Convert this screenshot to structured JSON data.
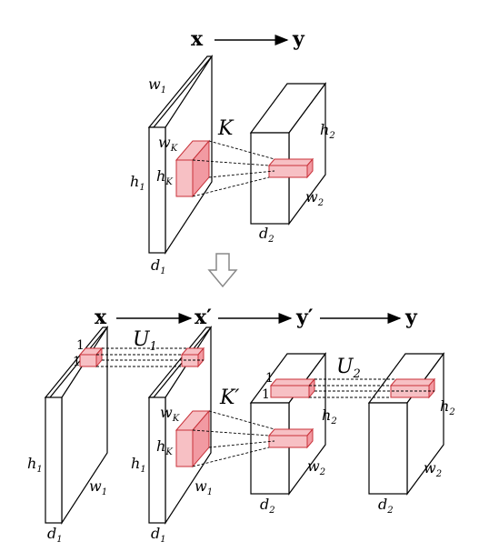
{
  "top": {
    "x": "x",
    "y": "y",
    "K": "K",
    "w1": "w",
    "w1_sub": "1",
    "h1": "h",
    "h1_sub": "1",
    "d1": "d",
    "d1_sub": "1",
    "wK": "w",
    "wK_sub": "K",
    "hK": "h",
    "hK_sub": "K",
    "h2": "h",
    "h2_sub": "2",
    "w2": "w",
    "w2_sub": "2",
    "d2": "d",
    "d2_sub": "2"
  },
  "bottom": {
    "x": "x",
    "xp": "x′",
    "yp": "y′",
    "y": "y",
    "U1": "U",
    "U1_sub": "1",
    "U2": "U",
    "U2_sub": "2",
    "Kp": "K′",
    "one": "1",
    "h1": "h",
    "h1_sub": "1",
    "w1": "w",
    "w1_sub": "1",
    "d1": "d",
    "d1_sub": "1",
    "wK": "w",
    "wK_sub": "K",
    "hK": "h",
    "hK_sub": "K",
    "h2": "h",
    "h2_sub": "2",
    "w2": "w",
    "w2_sub": "2",
    "d2": "d",
    "d2_sub": "2"
  },
  "colors": {
    "kernel_fill": "#f7c0c4",
    "kernel_stroke": "#c8323a"
  }
}
